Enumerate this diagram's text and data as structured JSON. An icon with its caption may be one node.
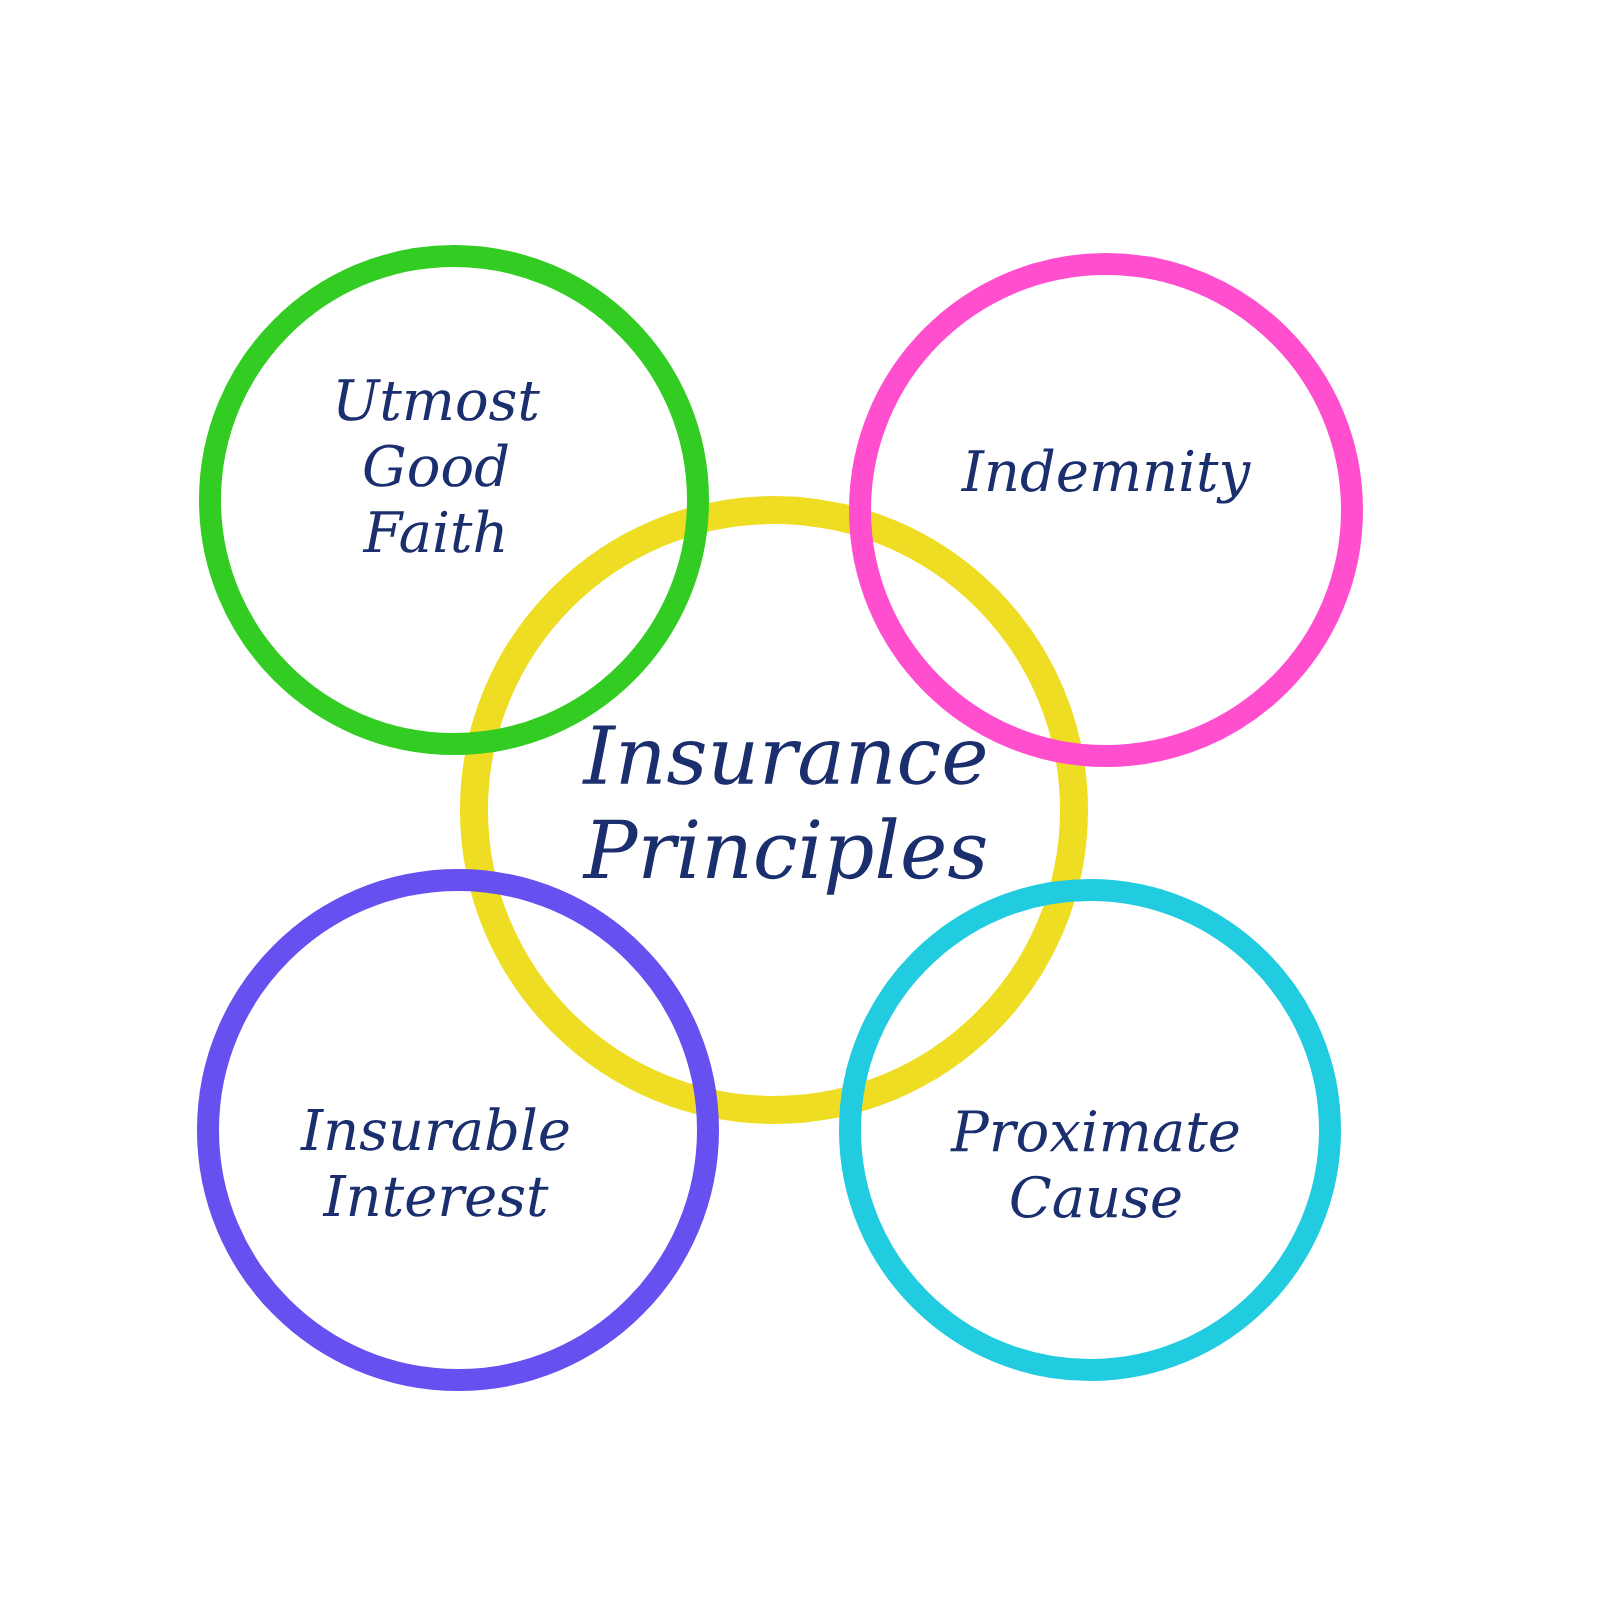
{
  "diagram": {
    "nodes": [
      {
        "text": [
          "Utmost Good Faith"
        ]
      },
      {
        "text": [
          "Indemnity"
        ]
      },
      {
        "text": [
          "Insurance Principles"
        ]
      },
      {
        "text": [
          "Insurable Interest"
        ]
      },
      {
        "text": [
          "Proximate Cause"
        ]
      }
    ]
  }
}
